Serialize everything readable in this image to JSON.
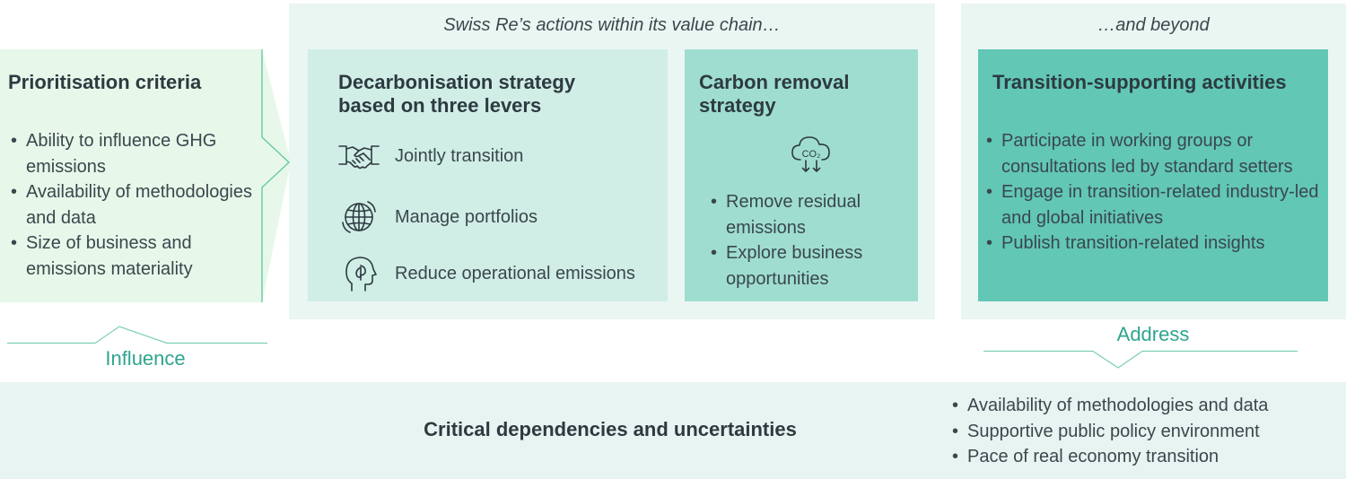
{
  "captions": {
    "value_chain": "Swiss Re’s actions within its value chain…",
    "beyond": "…and beyond"
  },
  "prioritisation": {
    "title": "Prioritisation criteria",
    "items": [
      "Ability to influence GHG emissions",
      "Availability of methodologies and data",
      "Size of business and emissions materiality"
    ]
  },
  "decarbonisation": {
    "title_line1": "Decarbonisation strategy",
    "title_line2": "based on three levers",
    "levers": [
      {
        "label": "Jointly transition",
        "icon": "handshake-icon"
      },
      {
        "label": "Manage portfolios",
        "icon": "globe-icon"
      },
      {
        "label": "Reduce operational emissions",
        "icon": "head-leaf-icon"
      }
    ]
  },
  "carbon_removal": {
    "title_line1": "Carbon removal",
    "title_line2": "strategy",
    "icon": "co2-cloud-icon",
    "icon_text": "CO₂",
    "items": [
      "Remove residual emissions",
      "Explore business opportunities"
    ]
  },
  "transition": {
    "title": "Transition-supporting activities",
    "items": [
      "Participate in working groups or consultations led by standard setters",
      "Engage in transition-related industry-led and global initiatives",
      "Publish transition-related insights"
    ]
  },
  "connectors": {
    "influence": "Influence",
    "address": "Address"
  },
  "dependencies": {
    "title": "Critical dependencies and uncertainties",
    "items": [
      "Availability of methodologies and data",
      "Supportive public policy environment",
      "Pace of real economy transition"
    ]
  },
  "colors": {
    "panel_bg": "#eaf6f2",
    "prioritisation_bg": "#e7f8ea",
    "decarbonisation_bg": "#d0ede6",
    "carbon_removal_bg": "#9fddd0",
    "transition_bg": "#62c7b5",
    "accent": "#2fa58f"
  }
}
